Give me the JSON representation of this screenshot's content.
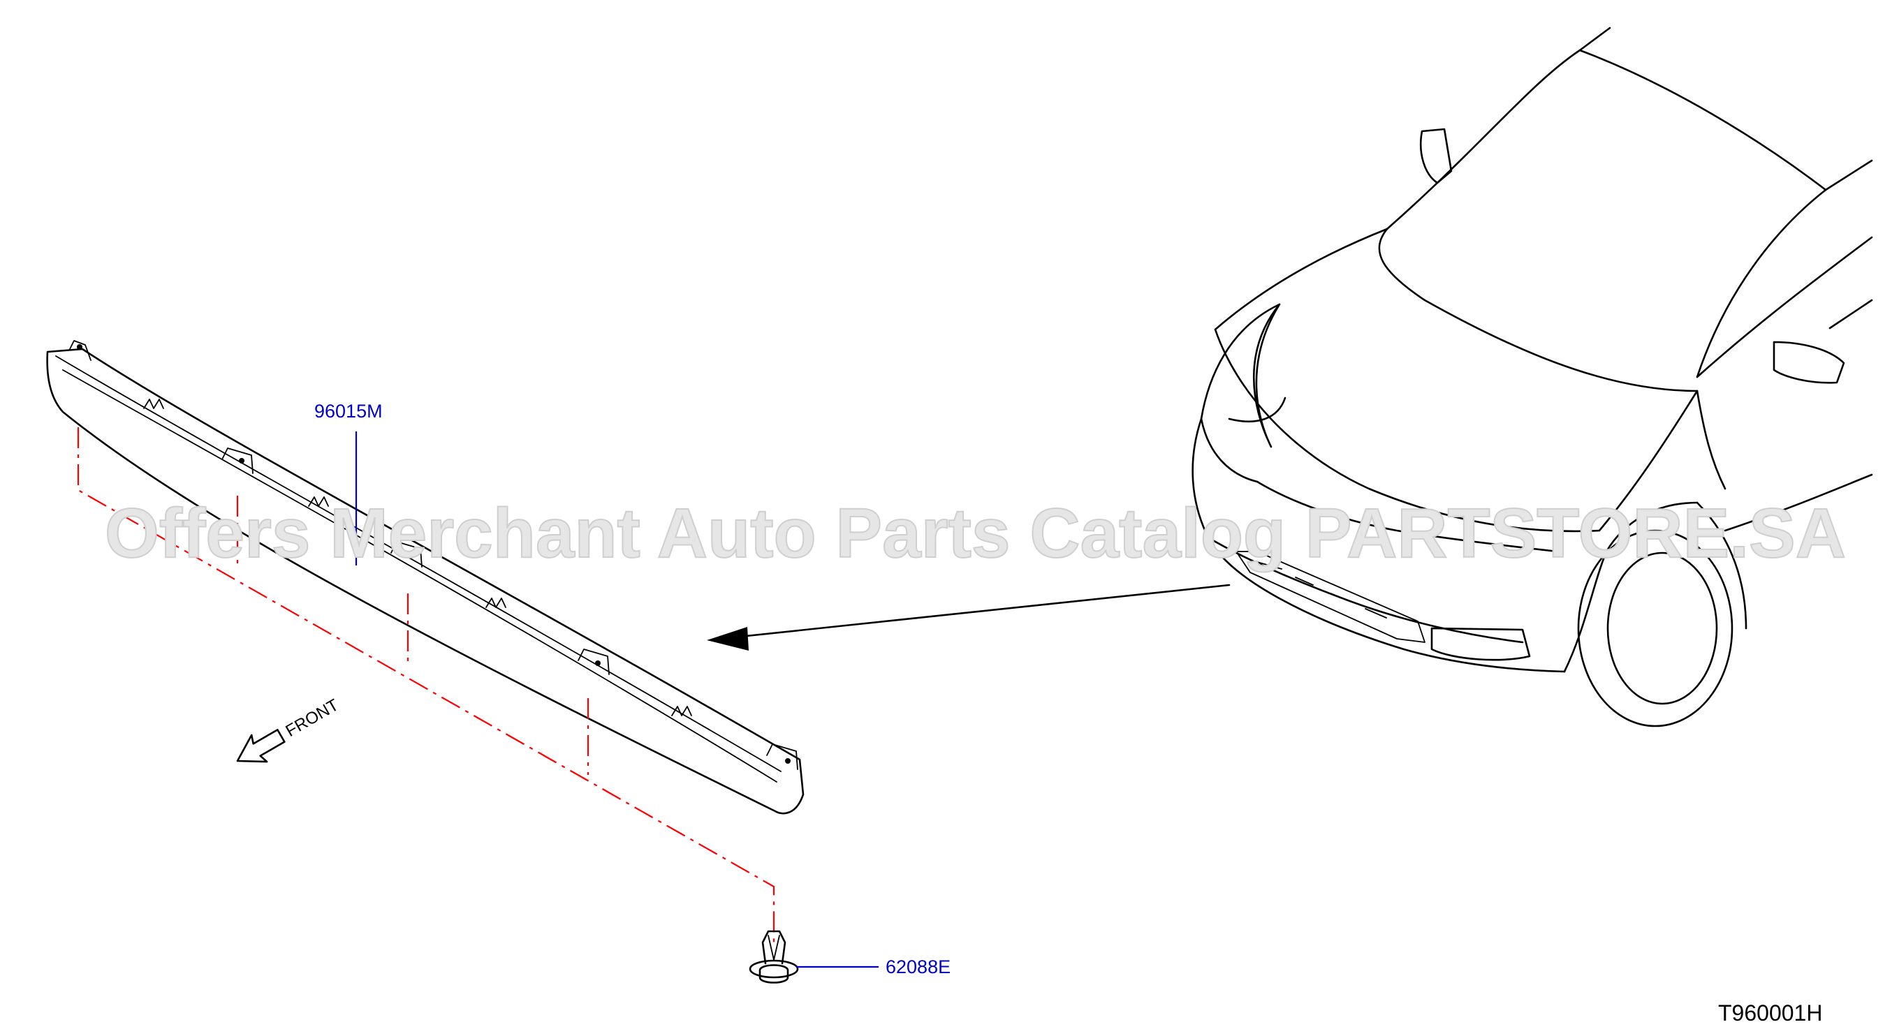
{
  "diagram": {
    "parts": [
      {
        "id": "molding",
        "label": "96015M"
      },
      {
        "id": "clip",
        "label": "62088E"
      }
    ],
    "orientation_label": "FRONT",
    "drawing_id": "T960001H",
    "watermark": "Offers Merchant Auto Parts Catalog PARTSTORE.SA",
    "colors": {
      "part_label": "#0000cc",
      "installation_line": "#ff0000",
      "line_art": "#000000"
    }
  }
}
